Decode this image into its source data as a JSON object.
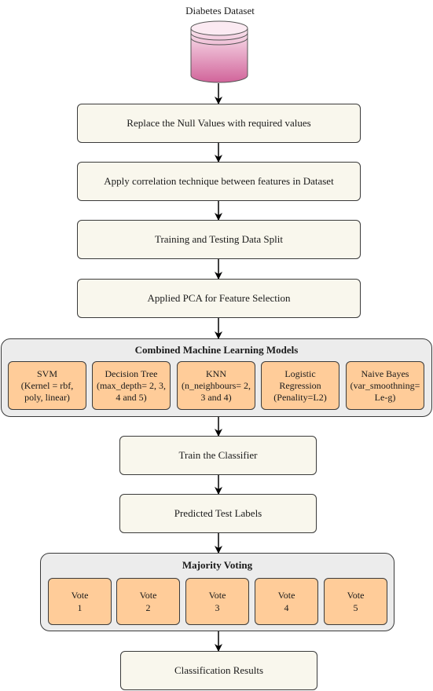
{
  "dataset": {
    "label": "Diabetes Dataset",
    "icon": "database-icon",
    "color": "#e07aa8"
  },
  "steps": {
    "replace_null": "Replace the Null Values with required values",
    "correlation": "Apply correlation technique between features in Dataset",
    "split": "Training and Testing Data Split",
    "pca": "Applied PCA for Feature Selection"
  },
  "models_group": {
    "title": "Combined Machine Learning Models",
    "models": [
      {
        "name": "SVM",
        "detail": "(Kernel = rbf, poly, linear)"
      },
      {
        "name": "Decision Tree",
        "detail": "(max_depth= 2, 3, 4 and 5)"
      },
      {
        "name": "KNN",
        "detail": "(n_neighbours= 2, 3 and 4)"
      },
      {
        "name": "Logistic Regression",
        "detail": "(Penality=L2)"
      },
      {
        "name": "Naive Bayes",
        "detail": "(var_smoothning= Le-g)"
      }
    ]
  },
  "train": "Train the Classifier",
  "predicted": "Predicted Test Labels",
  "voting_group": {
    "title": "Majority Voting",
    "votes": [
      {
        "label": "Vote",
        "num": "1"
      },
      {
        "label": "Vote",
        "num": "2"
      },
      {
        "label": "Vote",
        "num": "3"
      },
      {
        "label": "Vote",
        "num": "4"
      },
      {
        "label": "Vote",
        "num": "5"
      }
    ]
  },
  "result": "Classification Results",
  "colors": {
    "box_fill": "#f9f7ed",
    "model_fill": "#ffcc99",
    "group_fill": "#ececec"
  }
}
